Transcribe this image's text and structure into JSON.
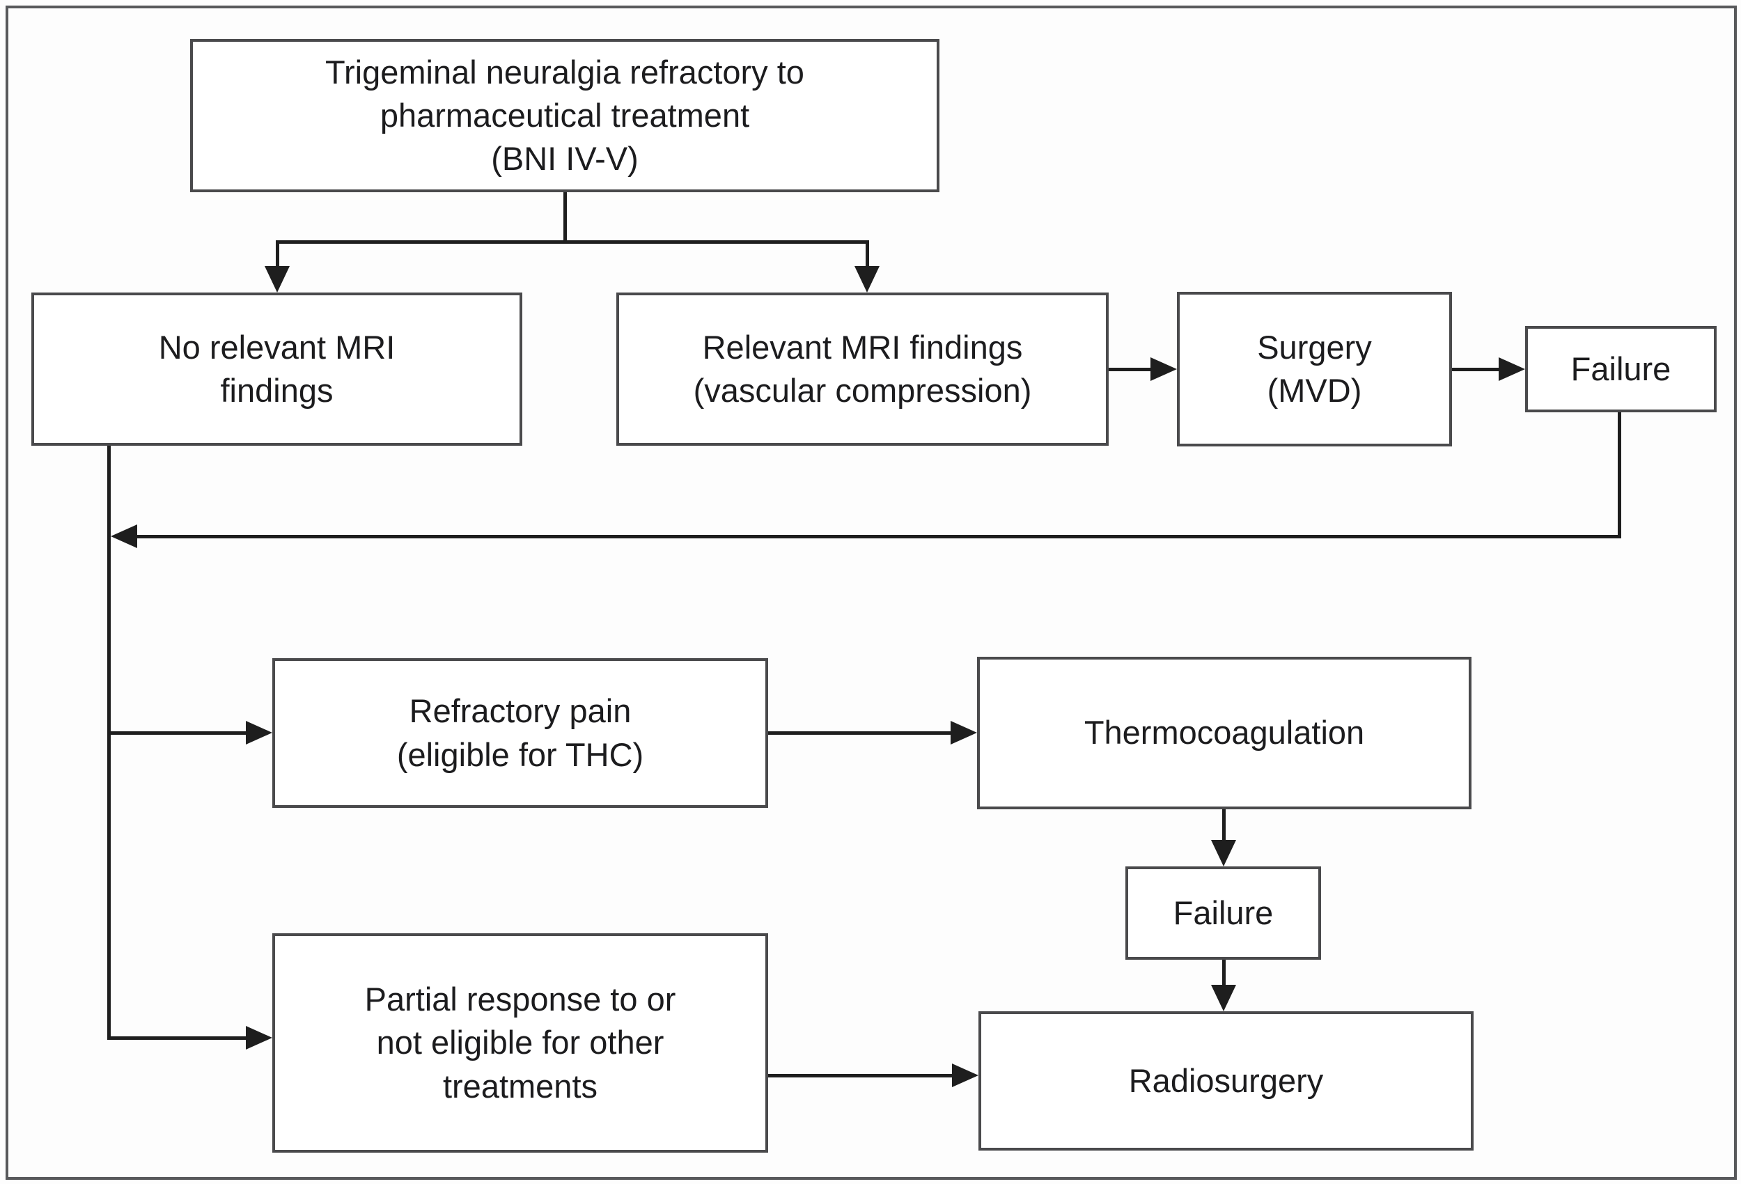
{
  "diagram": {
    "title": "Trigeminal neuralgia treatment decision flowchart",
    "colors": {
      "background": "#fdfdfd",
      "box_fill": "#ffffff",
      "box_border": "#4a4a4c",
      "frame_border": "#58595b",
      "line": "#1e1e1e",
      "text": "#1c1c1e"
    },
    "nodes": {
      "start": {
        "label": "Trigeminal neuralgia refractory to\npharmaceutical treatment\n(BNI IV-V)"
      },
      "no_mri": {
        "label": "No relevant MRI\nfindings"
      },
      "mri": {
        "label": "Relevant MRI findings\n(vascular compression)"
      },
      "surgery": {
        "label": "Surgery\n(MVD)"
      },
      "failure_mvd": {
        "label": "Failure"
      },
      "refractory": {
        "label": "Refractory pain\n(eligible for THC)"
      },
      "thermo": {
        "label": "Thermocoagulation"
      },
      "failure_thc": {
        "label": "Failure"
      },
      "partial": {
        "label": "Partial response to or\nnot eligible for other\ntreatments"
      },
      "radio": {
        "label": "Radiosurgery"
      }
    },
    "edges": [
      {
        "from": "start",
        "to": "no_mri",
        "arrow": true
      },
      {
        "from": "start",
        "to": "mri",
        "arrow": true
      },
      {
        "from": "mri",
        "to": "surgery",
        "arrow": true
      },
      {
        "from": "surgery",
        "to": "failure_mvd",
        "arrow": true
      },
      {
        "from": "failure_mvd",
        "to": "left_trunk",
        "arrow": true
      },
      {
        "from": "no_mri",
        "to": "left_trunk",
        "arrow": false
      },
      {
        "from": "left_trunk",
        "to": "refractory",
        "arrow": true
      },
      {
        "from": "left_trunk",
        "to": "partial",
        "arrow": true
      },
      {
        "from": "refractory",
        "to": "thermo",
        "arrow": true
      },
      {
        "from": "thermo",
        "to": "failure_thc",
        "arrow": true
      },
      {
        "from": "failure_thc",
        "to": "radio",
        "arrow": true
      },
      {
        "from": "partial",
        "to": "radio",
        "arrow": true
      }
    ]
  }
}
